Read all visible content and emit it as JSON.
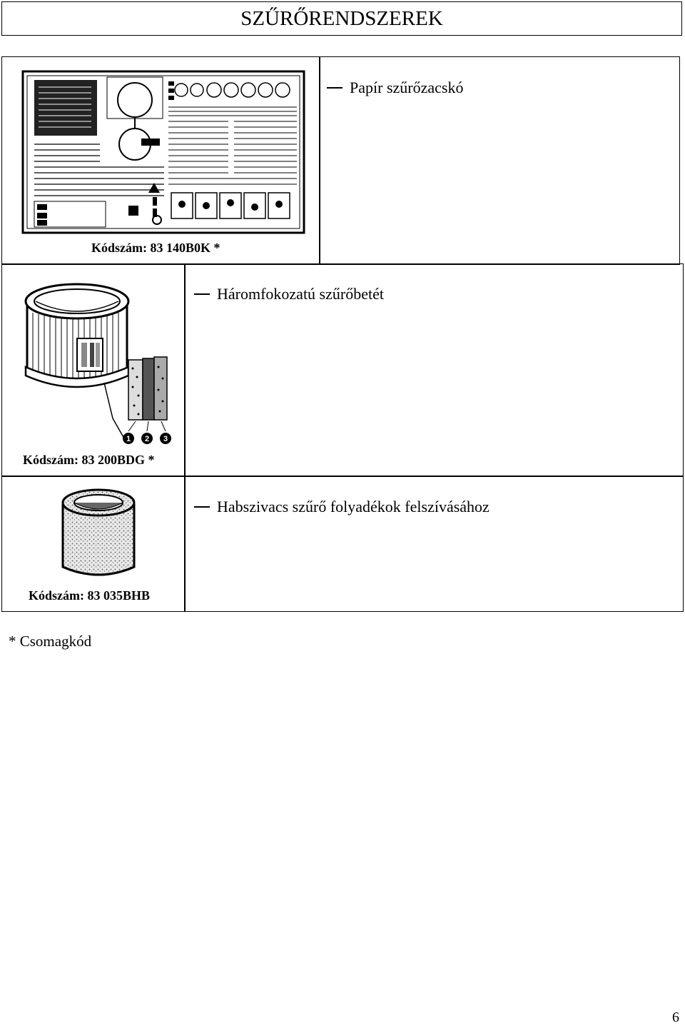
{
  "page": {
    "title": "SZŰRŐRENDSZEREK",
    "footnote": "* Csomagkód",
    "page_number": "6"
  },
  "products": [
    {
      "name": "Papír szűrőzacskó",
      "code": "Kódszám: 83 140B0K *"
    },
    {
      "name": "Háromfokozatú szűrőbetét",
      "code": "Kódszám: 83 200BDG *",
      "layer_labels": [
        "1",
        "2",
        "3"
      ]
    },
    {
      "name": "Habszivacs szűrő folyadékok felszívásához",
      "code": "Kódszám: 83 035BHB"
    }
  ]
}
